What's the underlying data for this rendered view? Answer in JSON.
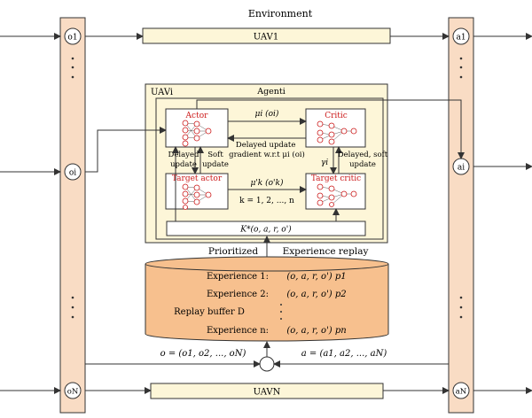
{
  "title": "Environment",
  "left_column": {
    "top": "o1",
    "mid": "oi",
    "bottom": "oN"
  },
  "right_column": {
    "top": "a1",
    "mid": "ai",
    "bottom": "aN"
  },
  "uav_top": "UAV1",
  "uav_bottom": "UAVN",
  "inner": {
    "uav_label": "UAVi",
    "agent_label": "Agenti",
    "actor": "Actor",
    "critic": "Critic",
    "target_actor": "Target actor",
    "target_critic": "Target critic",
    "policy_label": "μi (oi)",
    "delayed_update_gradient": "Delayed update gradient w.r.t μi (oi)",
    "delayed_update_left": "Delayed update",
    "soft_update_left": "Soft update",
    "gamma_label": "γi",
    "delayed_soft_update_right": "Delayed, soft update",
    "target_policy_label": "μ'k (o'k)",
    "k_range": "k = 1, 2, ..., n",
    "sample_box": "K*(o, a, r, o')"
  },
  "prioritized": "Prioritized",
  "experience_replay": "Experience replay",
  "buffer": {
    "name": "Replay buffer D",
    "rows": [
      {
        "label": "Experience 1:",
        "tuple": "(o, a, r, o') p1"
      },
      {
        "label": "Experience 2:",
        "tuple": "(o, a, r, o') p2"
      },
      {
        "label": "Experience n:",
        "tuple": "(o, a, r, o') pn"
      }
    ]
  },
  "obs_joint": "o = (o1, o2, ..., oN)",
  "act_joint": "a = (a1, a2, ..., aN)",
  "colors": {
    "column_fill": "#f9dcc4",
    "uav_fill": "#fdf6d8",
    "buffer_fill": "#f7c08e",
    "accent_red": "#cc1a1a",
    "stroke": "#333333"
  }
}
